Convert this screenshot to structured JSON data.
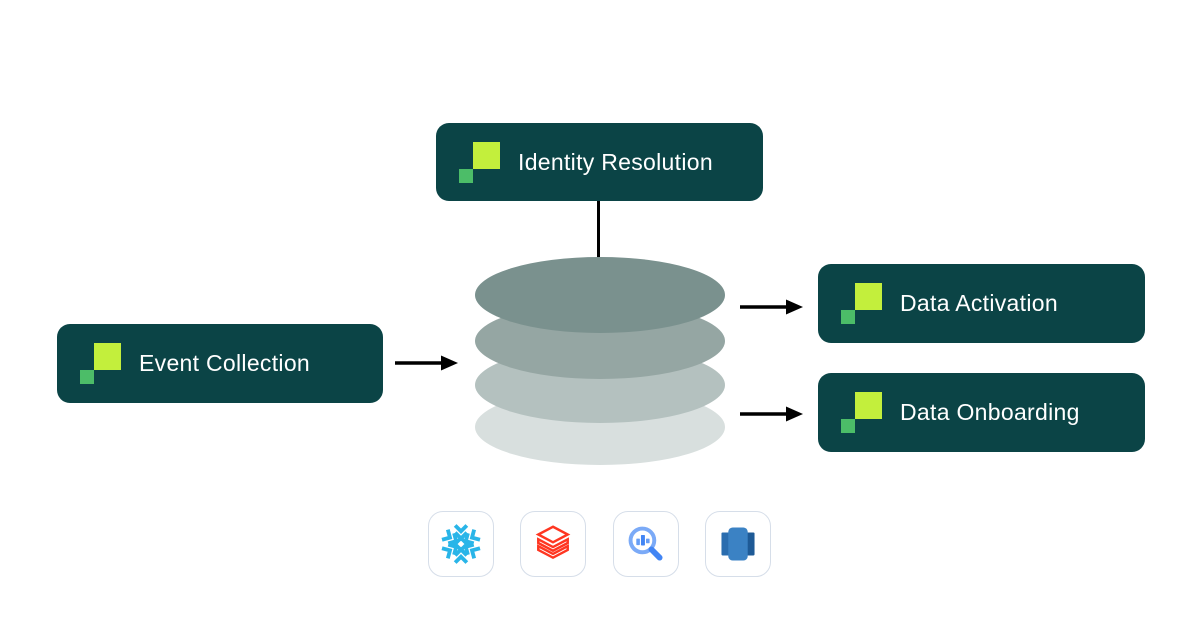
{
  "diagram": {
    "nodes": [
      {
        "id": "identity-resolution",
        "label": "Identity Resolution"
      },
      {
        "id": "event-collection",
        "label": "Event Collection"
      },
      {
        "id": "data-activation",
        "label": "Data Activation"
      },
      {
        "id": "data-onboarding",
        "label": "Data Onboarding"
      }
    ],
    "node_style": {
      "background": "#0B4446",
      "text_color": "#FFFFFF",
      "icon_lime": "#C3EF3C",
      "icon_green": "#4CBD68"
    },
    "cylinder": {
      "layer_colors": [
        "#7A918E",
        "#95A6A3",
        "#B4C1BF",
        "#D8DFDE"
      ]
    },
    "connector_color": "#000000",
    "warehouses": [
      {
        "icon": "snowflake-icon",
        "color": "#29B5E8"
      },
      {
        "icon": "databricks-icon",
        "color": "#FF3621"
      },
      {
        "icon": "bigquery-icon",
        "color": "#4285F4"
      },
      {
        "icon": "redshift-icon",
        "color": "#2D72B8"
      }
    ],
    "card_style": {
      "border": "#D6DEE9",
      "background": "#FFFFFF"
    }
  }
}
